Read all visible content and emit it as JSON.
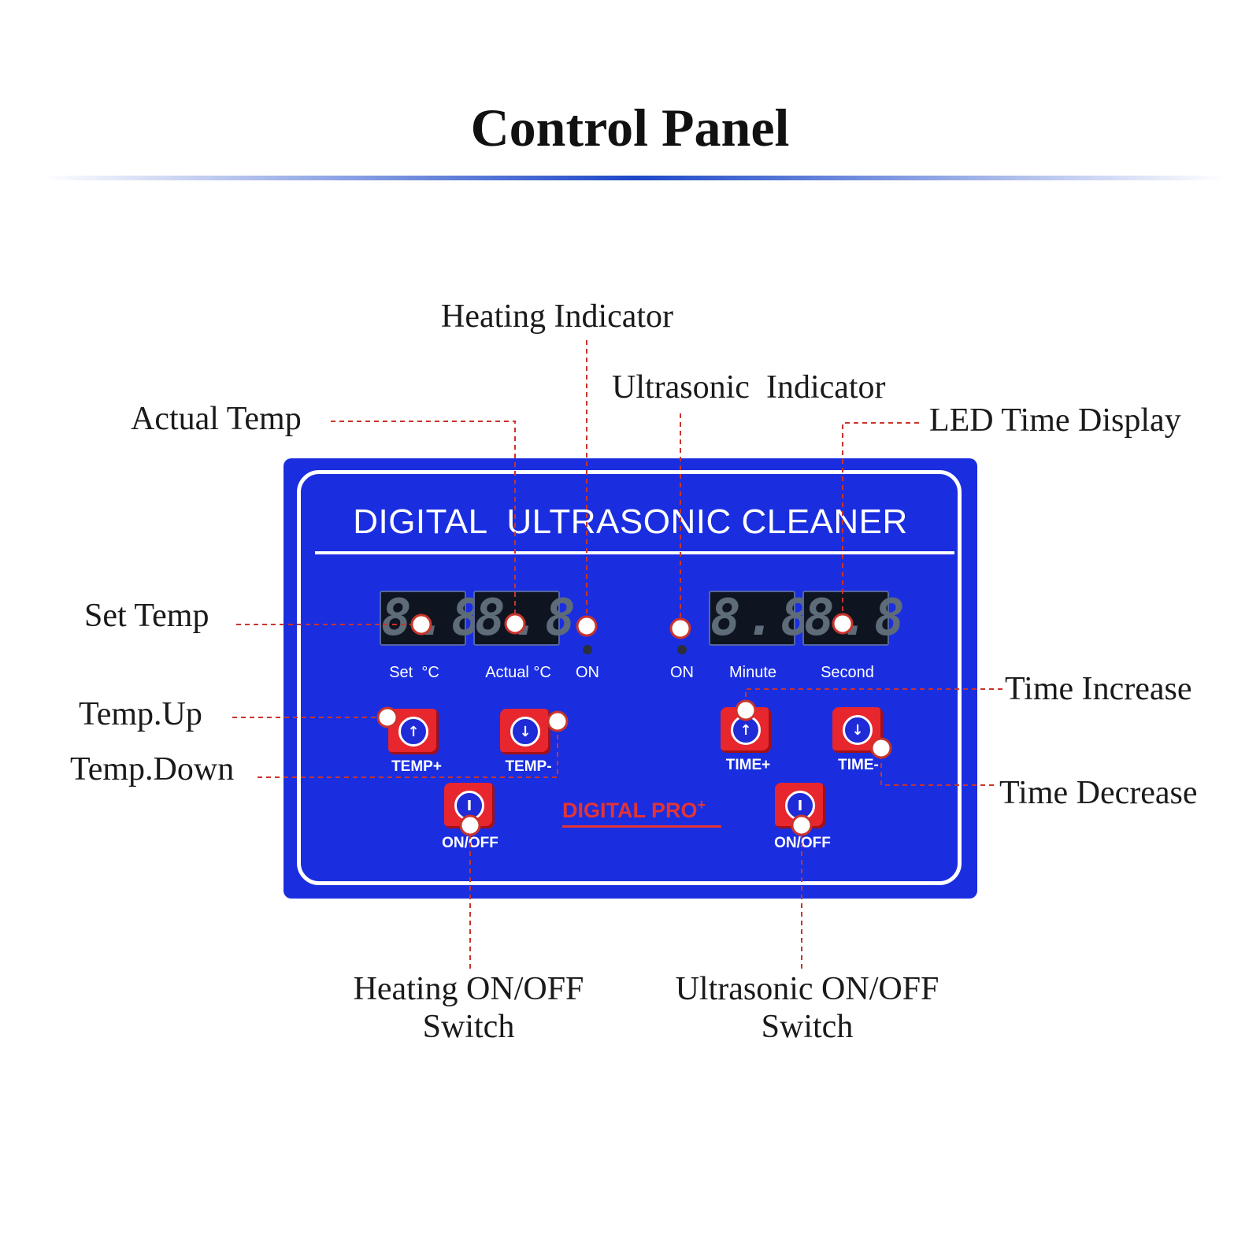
{
  "title": "Control Panel",
  "colors": {
    "panel": "#1a2ee0",
    "button": "#e8262e",
    "leader": "#c9342b",
    "brand_text": "#e33434",
    "rule_start": "#ffffff",
    "rule_mid": "#1c47c8"
  },
  "callouts": {
    "heating_indicator": "Heating Indicator",
    "ultrasonic_indicator": "Ultrasonic  Indicator",
    "actual_temp": "Actual Temp",
    "led_time_display": "LED Time Display",
    "set_temp": "Set Temp",
    "temp_up": "Temp.Up",
    "temp_down": "Temp.Down",
    "time_increase": "Time Increase",
    "time_decrease": "Time Decrease",
    "heating_switch": "Heating ON/OFF Switch",
    "ultrasonic_switch": "Ultrasonic ON/OFF Switch"
  },
  "panel": {
    "heading": "DIGITAL  ULTRASONIC CLEANER",
    "displays": {
      "set": "8.8",
      "actual": "8.8",
      "minute": "8.8",
      "second": "8.8"
    },
    "labels": {
      "set": "Set  °C",
      "actual": "Actual °C",
      "heat_on": "ON",
      "sonic_on": "ON",
      "minute": "Minute",
      "second": "Second"
    },
    "buttons": {
      "temp_plus": "TEMP+",
      "temp_minus": "TEMP-",
      "time_plus": "TIME+",
      "time_minus": "TIME-",
      "heat_onoff": "ON/OFF",
      "sonic_onoff": "ON/OFF"
    },
    "icons": {
      "up": "↑",
      "down": "↓",
      "power": "I"
    },
    "brand": "DIGITAL PRO",
    "brand_sup": "+"
  }
}
